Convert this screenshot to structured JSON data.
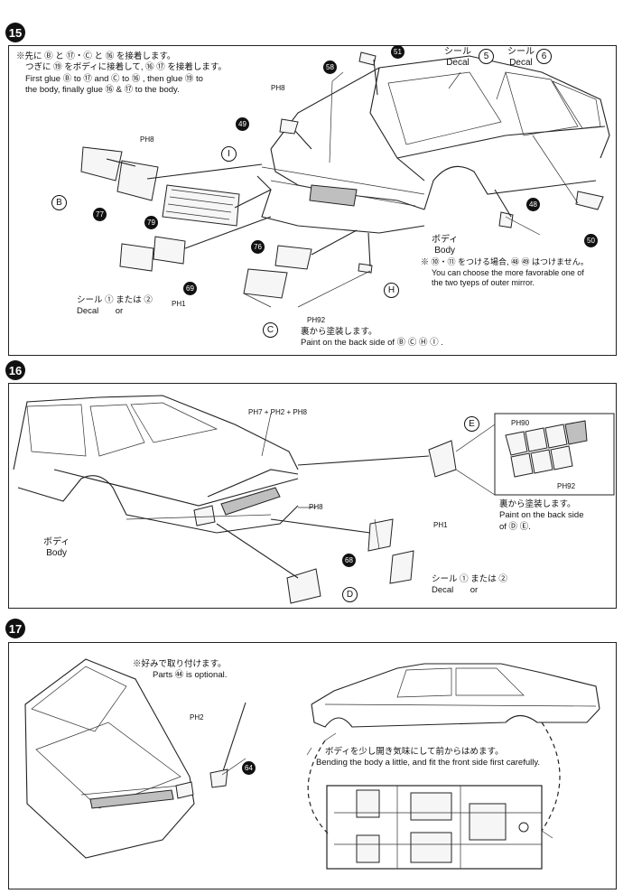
{
  "step15": {
    "number": "15",
    "instructions": [
      "※先に Ⓑ と ⑰・Ⓒ と ⑯ を接着します。",
      "つぎに ⑲ をボディに接着して, ⑯ ⑰ を接着します。",
      "First glue Ⓑ to ⑰ and Ⓒ to ⑯ , then glue ⑲ to",
      "the body, finally glue ⑯ & ⑰ to the body."
    ],
    "decal5": {
      "jp": "シール",
      "en": "Decal",
      "num": "5"
    },
    "decal6": {
      "jp": "シール",
      "en": "Decal",
      "num": "6"
    },
    "part51": "51",
    "part58": "58",
    "part49": "49",
    "part48": "48",
    "part50": "50",
    "part79": "79",
    "part77": "77",
    "part76": "76",
    "part69": "69",
    "partB": "B",
    "partC": "C",
    "partH": "H",
    "partI": "I",
    "ph8a": "PH8",
    "ph8b": "PH8",
    "ph1": "PH1",
    "ph92": "PH92",
    "body_jp": "ボディ",
    "body_en": "Body",
    "mirror_note": [
      "※ ⑩・⑪ をつける場合, ㊽ ㊾ はつけません。",
      "You can choose the more favorable one of",
      "the two tyeps of outer mirror."
    ],
    "decal_bottom": {
      "jp": "シール ① または ②",
      "en": "Decal       or"
    },
    "paint_note": [
      "裏から塗装します。",
      "Paint on the back side of Ⓑ Ⓒ Ⓗ Ⓘ ."
    ]
  },
  "step16": {
    "number": "16",
    "ph_combo": "PH7 + PH2 + PH8",
    "ph8": "PH8",
    "ph1": "PH1",
    "ph90": "PH90",
    "ph92": "PH92",
    "partE": "E",
    "partD": "D",
    "part68": "68",
    "body_jp": "ボディ",
    "body_en": "Body",
    "paint_note": [
      "裏から塗装します。",
      "Paint on the back side",
      "of Ⓓ Ⓔ."
    ],
    "decal_bottom": {
      "jp": "シール ① または ②",
      "en": "Decal       or"
    }
  },
  "step17": {
    "number": "17",
    "optional_note": [
      "※好みで取り付けます。",
      "Parts ㊹ is optional."
    ],
    "ph2": "PH2",
    "part64": "64",
    "bend_note": [
      "ボディを少し開き気味にして前からはめます。",
      "Bending the body a little, and fit the front side first carefully."
    ]
  }
}
